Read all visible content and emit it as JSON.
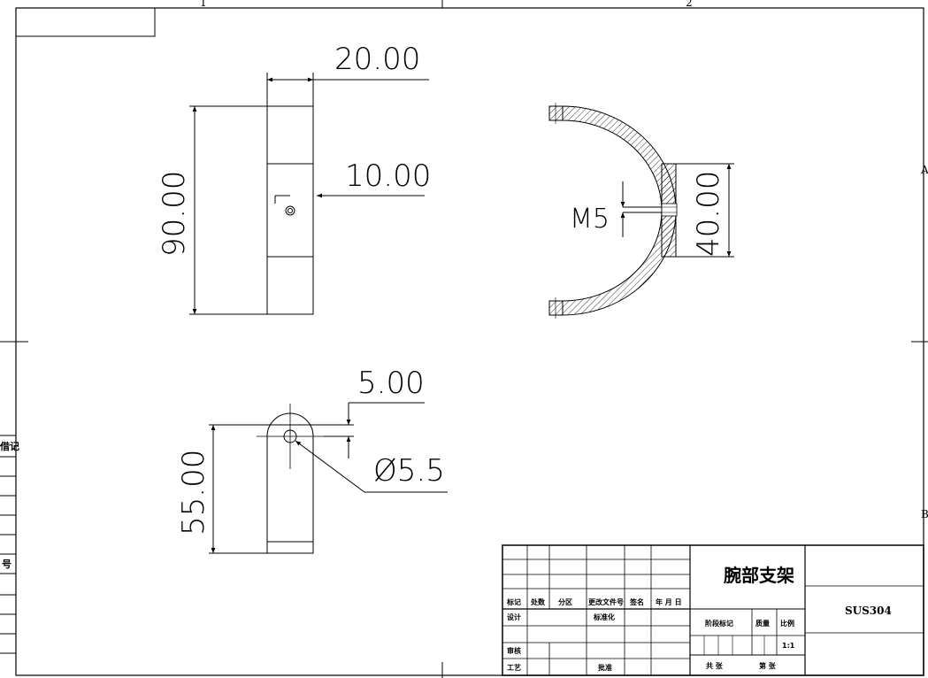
{
  "sheet": {
    "zone_markers": {
      "top_1": "1",
      "top_2": "2",
      "right_a": "A",
      "right_b": "B"
    },
    "left_strip": {
      "label_top": "借记",
      "label_bottom": "号"
    }
  },
  "views": {
    "side": {
      "width_dim": "20.00",
      "height_dim": "90.00",
      "hole_dim": "10.00"
    },
    "section": {
      "thread_label": "M5",
      "thickness_dim": "40.00"
    },
    "front": {
      "offset_dim": "5.00",
      "height_dim": "55.00",
      "hole_dia": "Ø5.5"
    }
  },
  "title_block": {
    "part_name": "腕部支架",
    "material": "SUS304",
    "scale_value": "1:1",
    "headers": {
      "mark": "标记",
      "count": "处数",
      "zone": "分区",
      "change_doc": "更改文件号",
      "signature": "签名",
      "date": "年 月 日"
    },
    "rows": {
      "design": "设计",
      "standardize": "标准化",
      "review": "审核",
      "process": "工艺",
      "approve": "批准"
    },
    "stage_mark": "阶段标记",
    "weight": "质量",
    "scale": "比例",
    "total_sheets": "共  张",
    "sheet_no": "第  张"
  }
}
